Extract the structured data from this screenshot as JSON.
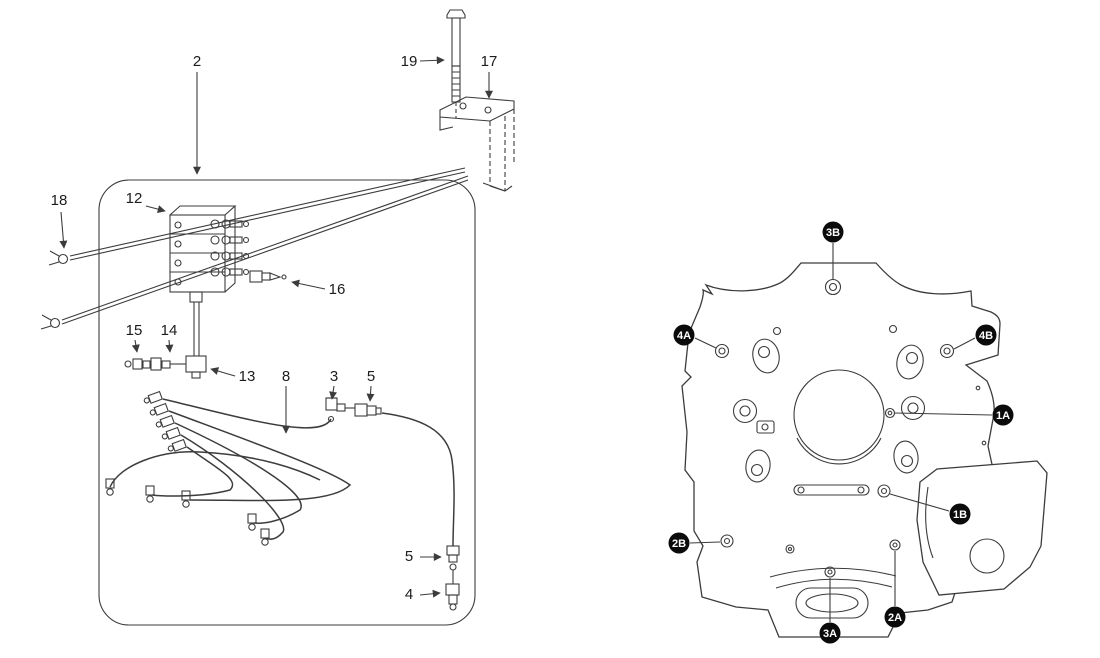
{
  "left_labels": {
    "n2": "2",
    "n19": "19",
    "n17": "17",
    "n18": "18",
    "n12": "12",
    "n16": "16",
    "n15": "15",
    "n14": "14",
    "n13": "13",
    "n8": "8",
    "n3": "3",
    "n5_top": "5",
    "n5_bottom": "5",
    "n4": "4"
  },
  "right_callouts": {
    "b3B": "3B",
    "b4A": "4A",
    "b4B": "4B",
    "b1A": "1A",
    "b1B": "1B",
    "b2B": "2B",
    "b2A": "2A",
    "b3A": "3A"
  },
  "colors": {
    "line": "#3c3c3c",
    "background": "#ffffff",
    "badge_background": "#0b0b0b",
    "badge_text": "#ffffff"
  }
}
